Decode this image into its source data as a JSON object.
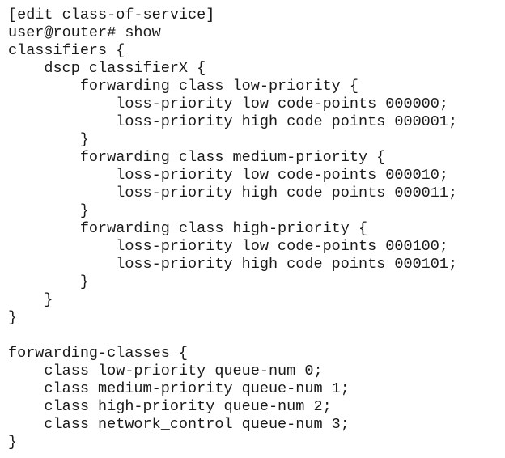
{
  "terminal": {
    "context": "class-of-service",
    "prompt": "user@router#",
    "command": "show",
    "lines": [
      "[edit class-of-service]",
      "user@router# show",
      "classifiers {",
      "    dscp classifierX {",
      "        forwarding class low-priority {",
      "            loss-priority low code-points 000000;",
      "            loss-priority high code points 000001;",
      "        }",
      "        forwarding class medium-priority {",
      "            loss-priority low code-points 000010;",
      "            loss-priority high code points 000011;",
      "        }",
      "        forwarding class high-priority {",
      "            loss-priority low code-points 000100;",
      "            loss-priority high code points 000101;",
      "        }",
      "    }",
      "}",
      "",
      "forwarding-classes {",
      "    class low-priority queue-num 0;",
      "    class medium-priority queue-num 1;",
      "    class high-priority queue-num 2;",
      "    class network_control queue-num 3;",
      "}"
    ]
  }
}
